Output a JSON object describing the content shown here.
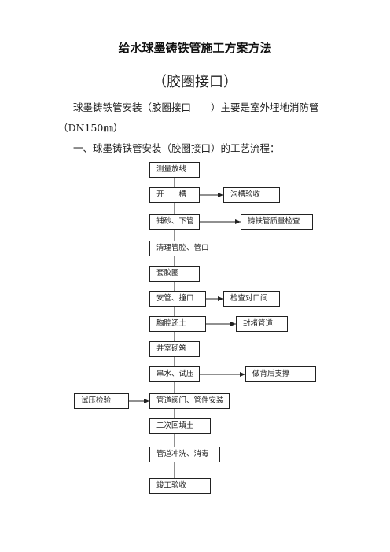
{
  "doc": {
    "title": "给水球墨铸铁管施工方案方法",
    "subtitle": "（胶圈接口）",
    "intro_line1": "球墨铸铁管安装（胶圈接口　　）主要是室外埋地消防管",
    "intro_line2": "（DN150㎜）",
    "section_heading": "一、球墨铸铁管安装（胶圈接口）的工艺流程："
  },
  "flow": {
    "steps": [
      "测量放线",
      "开　　槽",
      "铺砂、下管",
      "清理管腔、管口",
      "套胶圈",
      "安管、撞口",
      "胸腔还土",
      "井室砌筑",
      "串水、试压",
      "管道阀门、管件安装",
      "二次回填土",
      "管道冲洗、消毒",
      "竣工验收"
    ],
    "side_steps": {
      "trench_check": "沟槽验收",
      "pipe_quality": "铸铁管质量检查",
      "joint_check": "检查对口间",
      "seal_pipe": "封堵管道",
      "rear_support": "做背后支撑",
      "pressure_test": "试压检验"
    }
  }
}
